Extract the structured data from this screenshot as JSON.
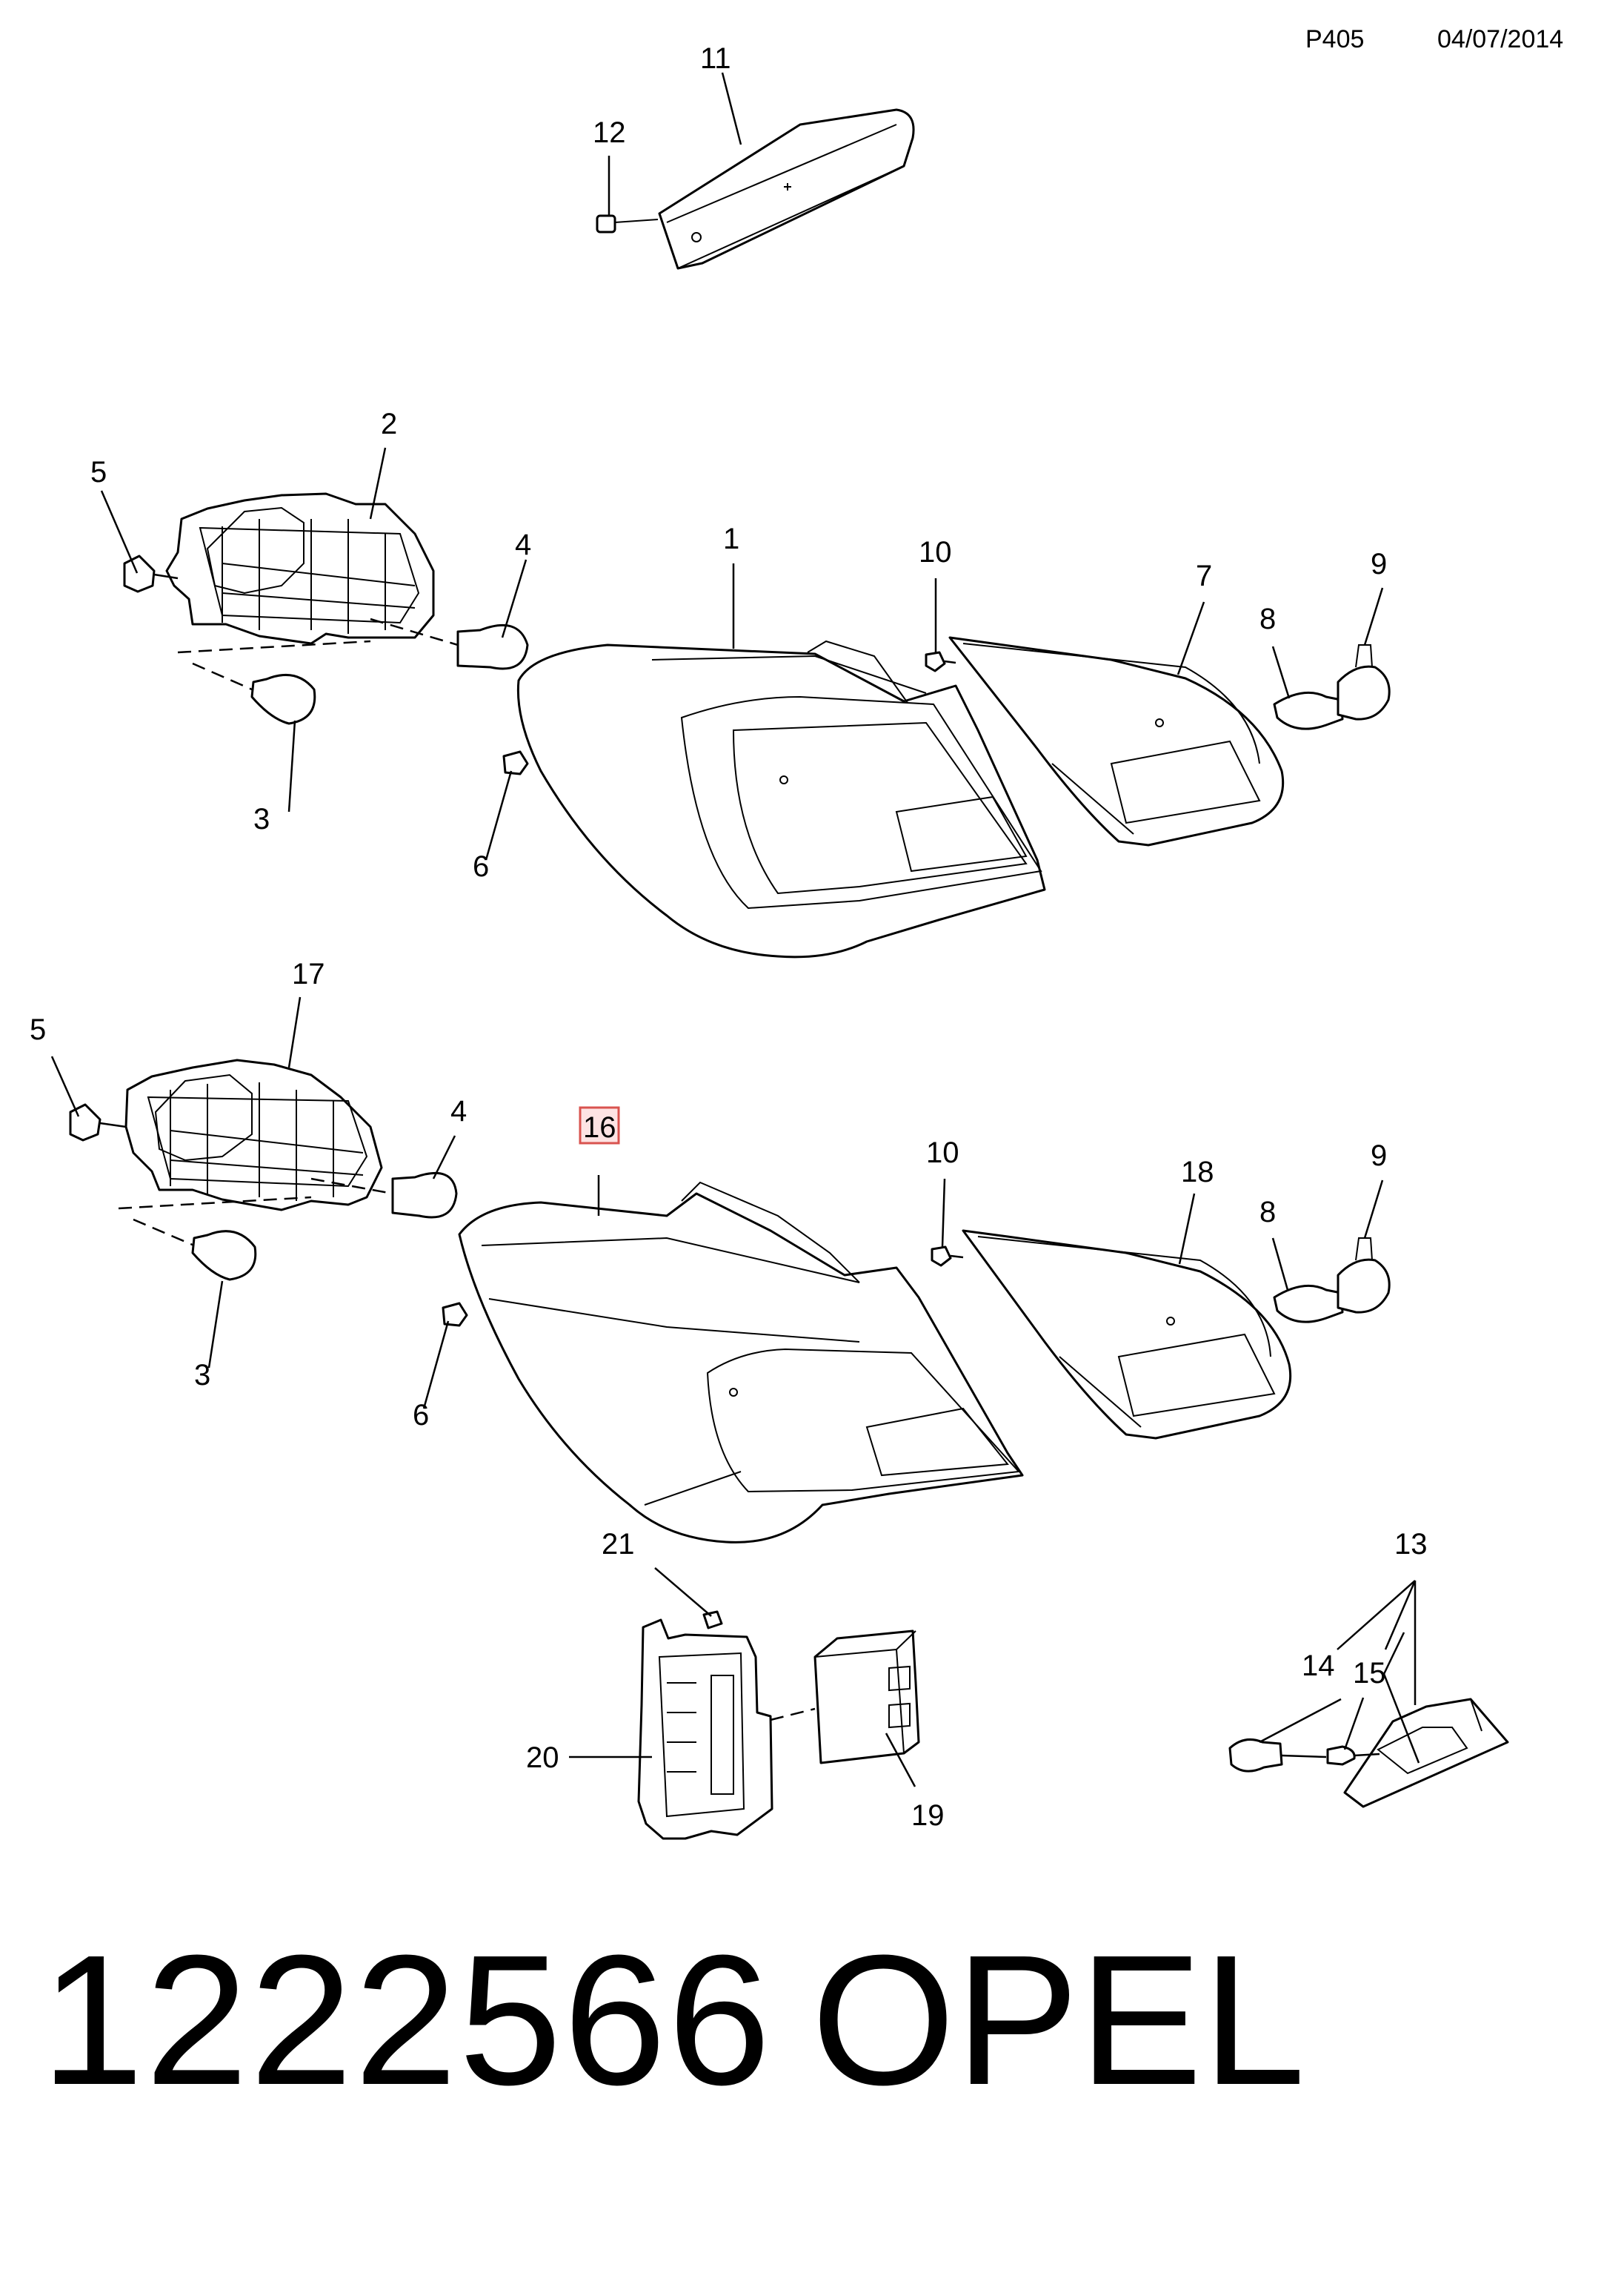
{
  "header": {
    "page_code": "P405",
    "date": "04/07/2014"
  },
  "footer": {
    "part_number": "1222566",
    "brand": "OPEL"
  },
  "highlight_color": "#d9534f",
  "callouts": {
    "c1": "1",
    "c2": "2",
    "c3a": "3",
    "c3b": "3",
    "c4a": "4",
    "c4b": "4",
    "c5a": "5",
    "c5b": "5",
    "c6a": "6",
    "c6b": "6",
    "c7": "7",
    "c8a": "8",
    "c8b": "8",
    "c9a": "9",
    "c9b": "9",
    "c10a": "10",
    "c10b": "10",
    "c11": "11",
    "c12": "12",
    "c13": "13",
    "c14": "14",
    "c15": "15",
    "c16": "16",
    "c17": "17",
    "c18": "18",
    "c19": "19",
    "c20": "20",
    "c21": "21"
  }
}
